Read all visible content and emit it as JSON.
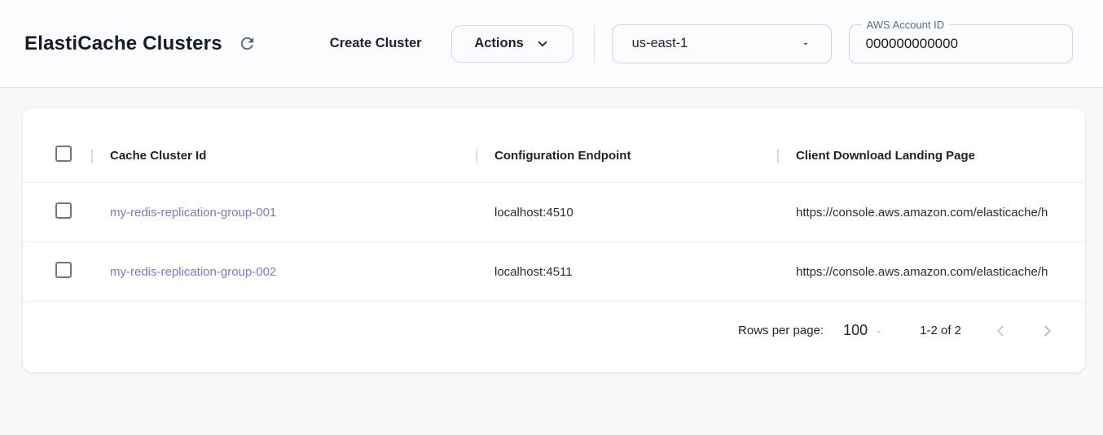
{
  "header": {
    "title": "ElastiCache Clusters",
    "create_cluster_label": "Create Cluster",
    "actions_label": "Actions",
    "region": {
      "value": "us-east-1"
    },
    "account_id": {
      "label": "AWS Account ID",
      "value": "000000000000"
    }
  },
  "table": {
    "columns": [
      "Cache Cluster Id",
      "Configuration Endpoint",
      "Client Download Landing Page"
    ],
    "rows": [
      {
        "cache_cluster_id": "my-redis-replication-group-001",
        "configuration_endpoint": "localhost:4510",
        "client_download_landing_page": "https://console.aws.amazon.com/elasticache/h"
      },
      {
        "cache_cluster_id": "my-redis-replication-group-002",
        "configuration_endpoint": "localhost:4511",
        "client_download_landing_page": "https://console.aws.amazon.com/elasticache/h"
      }
    ],
    "pagination": {
      "rows_per_page_label": "Rows per page:",
      "rows_per_page_value": "100",
      "range_label": "1-2 of 2"
    }
  },
  "colors": {
    "link": "#8273d6",
    "slate_icon": "#5a6b7d",
    "page_bg": "#f7f8fa",
    "header_bg": "#fbfcfd"
  }
}
